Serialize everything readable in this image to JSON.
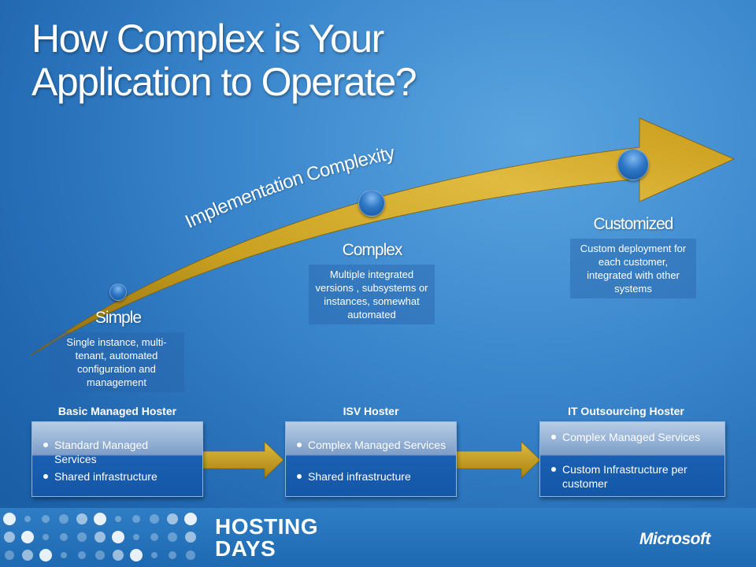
{
  "title": {
    "line1": "How Complex is Your",
    "line2": "Application to Operate?"
  },
  "arrow": {
    "label": "Implementation Complexity",
    "color": "#c9a020"
  },
  "stages": [
    {
      "name": "Simple",
      "description": "Single instance, multi-tenant, automated configuration and management"
    },
    {
      "name": "Complex",
      "description": "Multiple integrated versions , subsystems or instances, somewhat automated"
    },
    {
      "name": "Customized",
      "description": "Custom deployment for each customer, integrated with other systems"
    }
  ],
  "hosters": [
    {
      "title": "Basic Managed  Hoster",
      "items": [
        "Standard Managed  Services",
        "Shared  infrastructure"
      ]
    },
    {
      "title": "ISV Hoster",
      "items": [
        "Complex  Managed Services",
        "Shared  infrastructure"
      ]
    },
    {
      "title": "IT Outsourcing  Hoster",
      "items": [
        "Complex  Managed Services",
        "Custom  Infrastructure per customer"
      ]
    }
  ],
  "footer": {
    "brand_line1": "HOSTING",
    "brand_line2": "DAYS",
    "logo": "Microsoft"
  },
  "colors": {
    "background": "#2a76c0",
    "arrow_gold": "#c9a020",
    "box_blue": "#1457a8"
  }
}
